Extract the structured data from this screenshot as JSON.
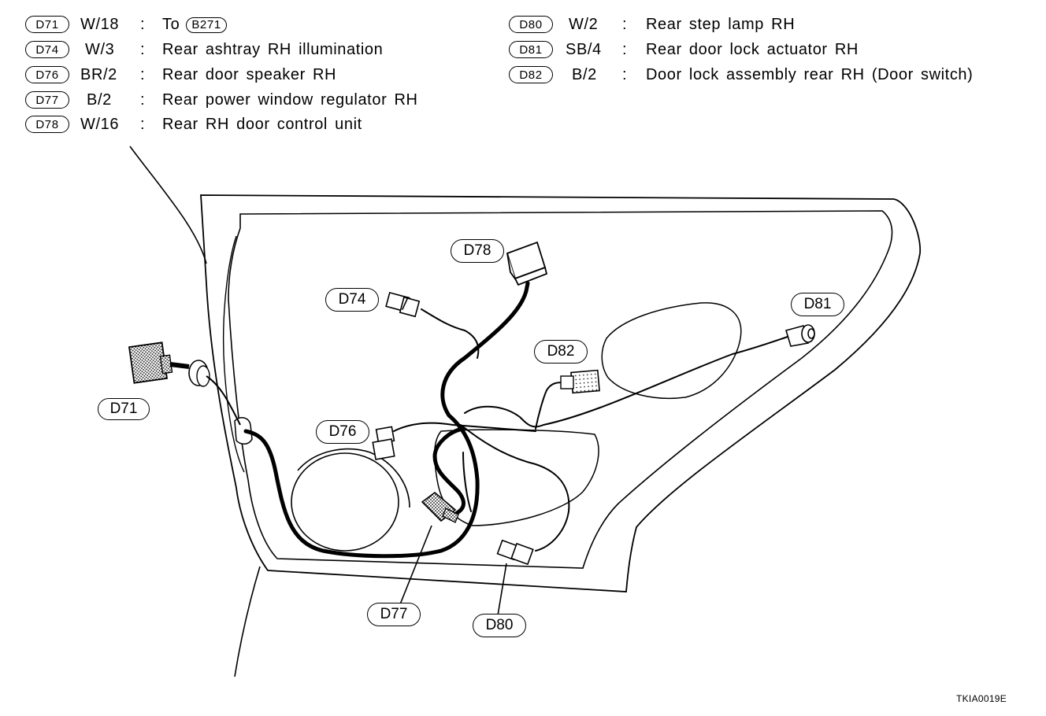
{
  "legend_left": [
    {
      "id": "D71",
      "code": "W/18",
      "desc": "To",
      "ref": "B271"
    },
    {
      "id": "D74",
      "code": "W/3",
      "desc": "Rear ashtray RH illumination"
    },
    {
      "id": "D76",
      "code": "BR/2",
      "desc": "Rear door speaker RH"
    },
    {
      "id": "D77",
      "code": "B/2",
      "desc": "Rear power window regulator RH"
    },
    {
      "id": "D78",
      "code": "W/16",
      "desc": "Rear RH door control unit"
    }
  ],
  "legend_right": [
    {
      "id": "D80",
      "code": "W/2",
      "desc": "Rear step lamp RH"
    },
    {
      "id": "D81",
      "code": "SB/4",
      "desc": "Rear door lock actuator RH"
    },
    {
      "id": "D82",
      "code": "B/2",
      "desc": "Door lock assembly rear RH (Door switch)"
    }
  ],
  "colon": ":",
  "callouts": {
    "d71": "D71",
    "d74": "D74",
    "d76": "D76",
    "d77": "D77",
    "d78": "D78",
    "d80": "D80",
    "d81": "D81",
    "d82": "D82"
  },
  "figure_id": "TKIA0019E"
}
